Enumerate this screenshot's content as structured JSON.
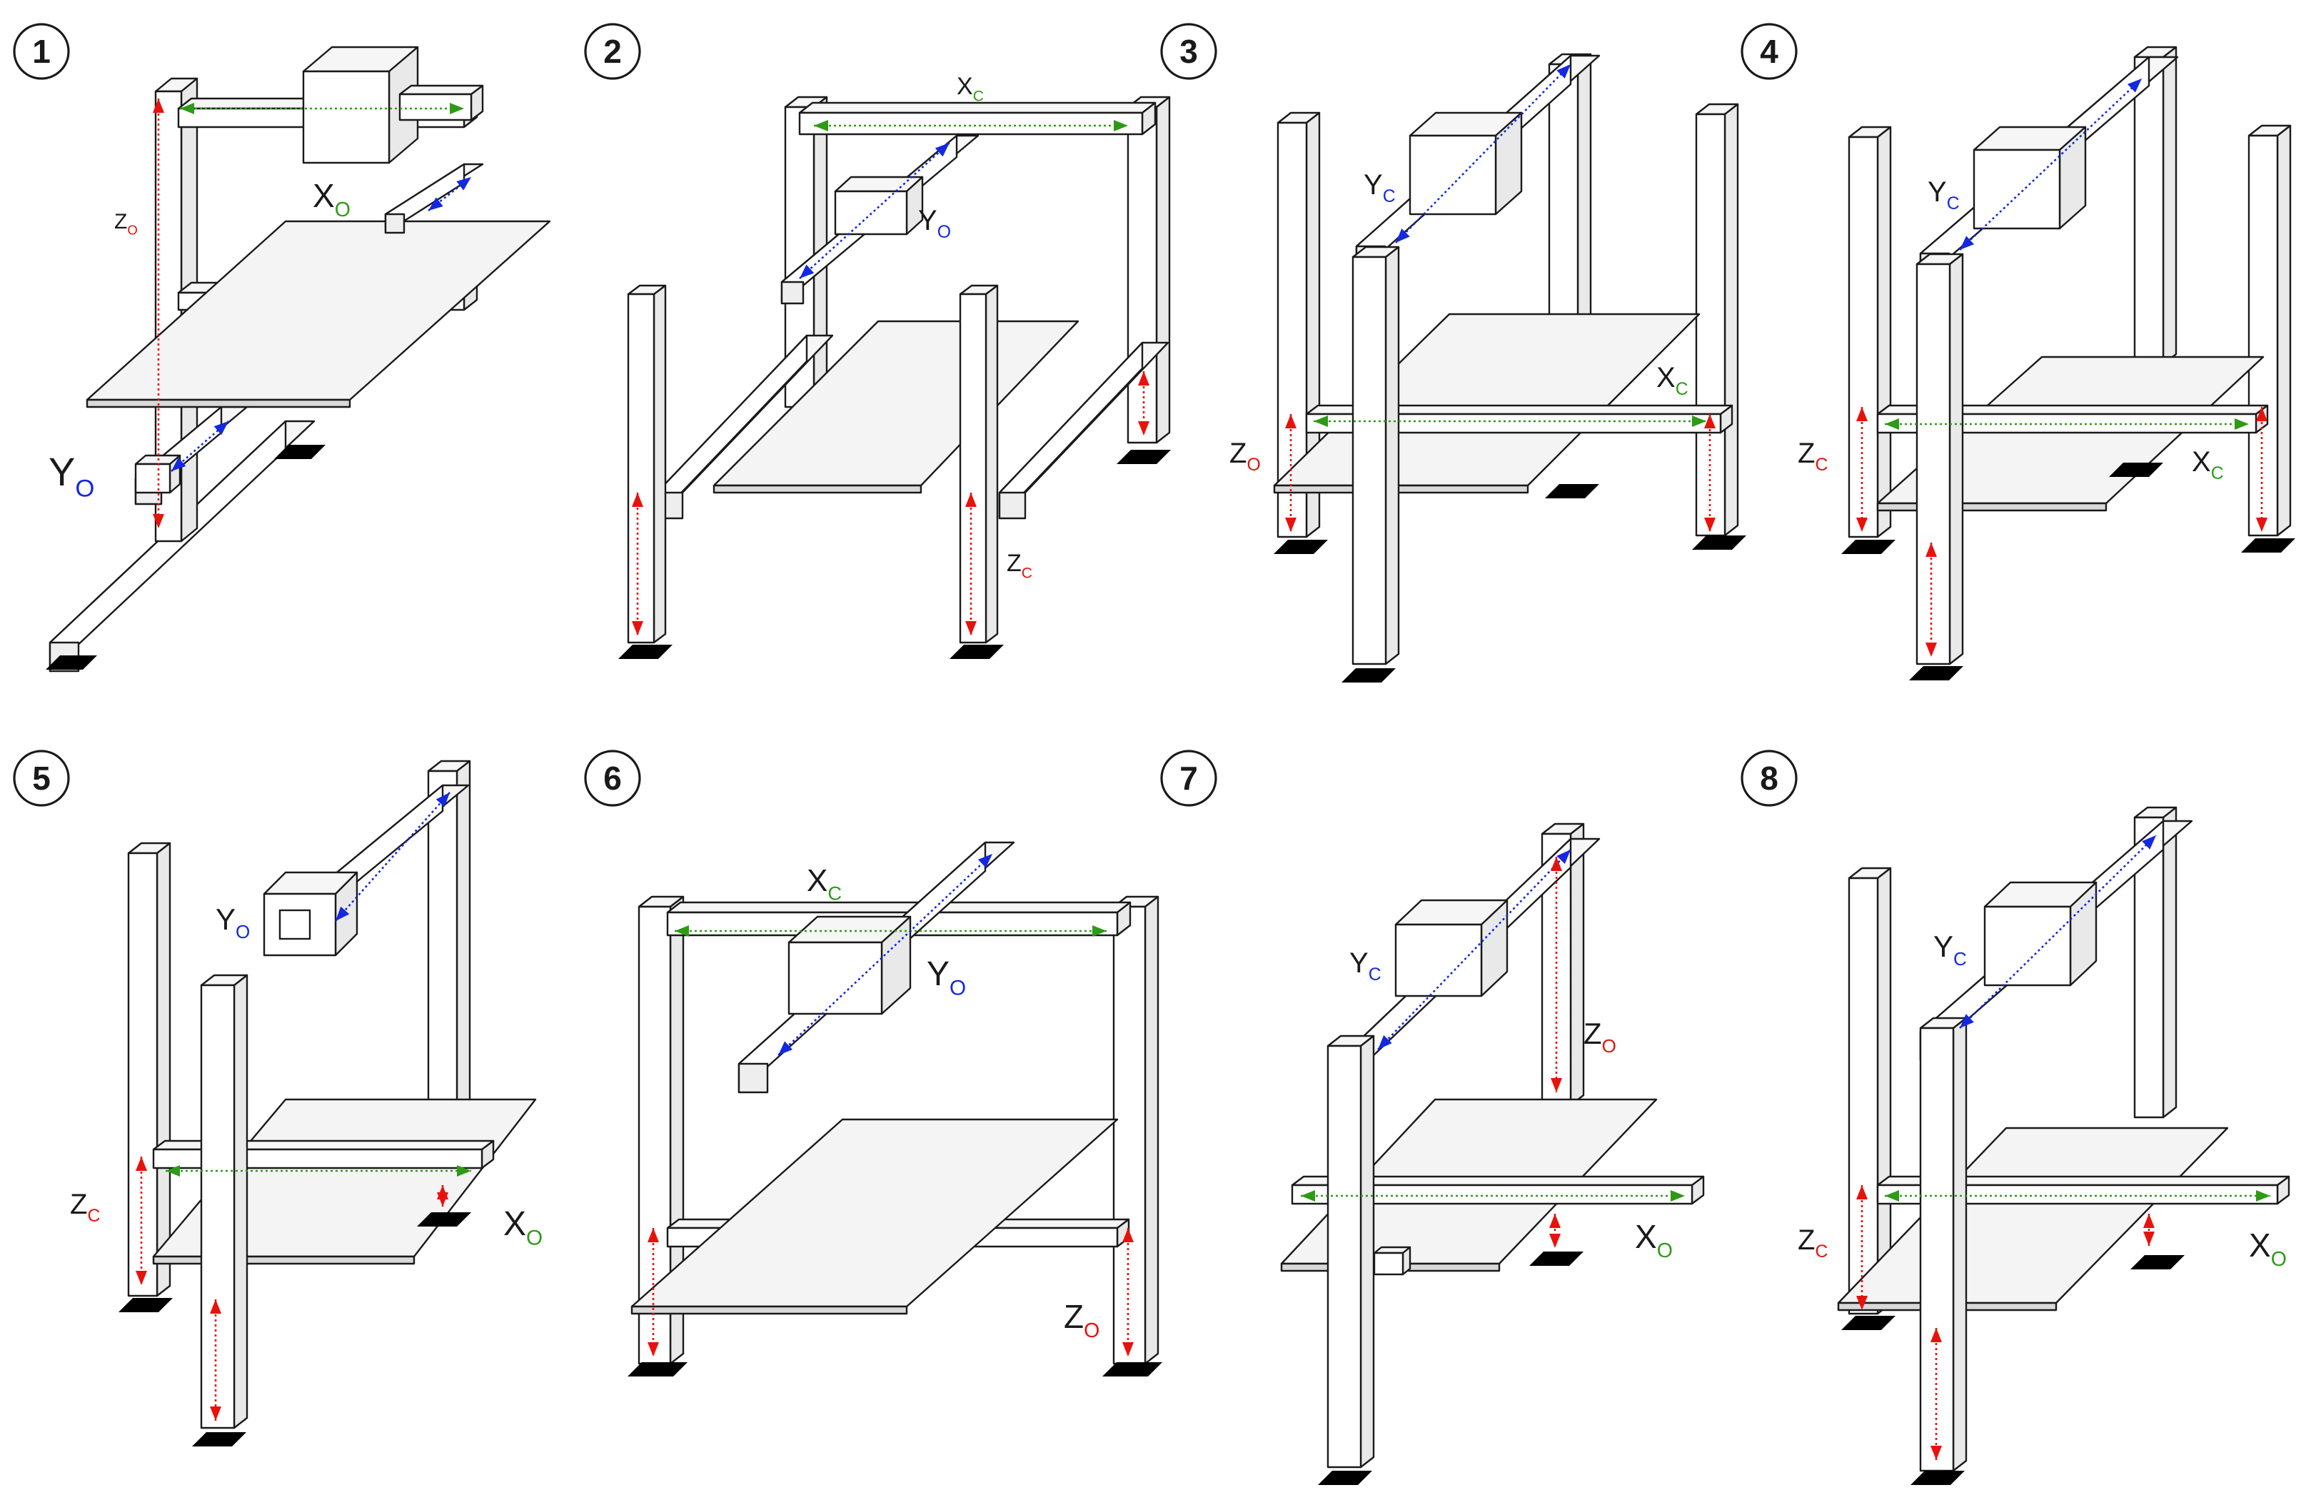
{
  "figure": {
    "colors": {
      "frame_fill": "#ffffff",
      "frame_stroke": "#1a1a1a",
      "plate_fill": "#f4f4f4",
      "foot": "#000000",
      "axis_x": "#2e9a17",
      "axis_y": "#1428e0",
      "axis_z": "#e8120c",
      "text": "#1a1a1a"
    },
    "panels": [
      {
        "number": "1",
        "labels": [
          {
            "main": "X",
            "sub": "O",
            "axis": "x"
          },
          {
            "main": "Z",
            "sub": "O",
            "axis": "z"
          },
          {
            "main": "Y",
            "sub": "O",
            "axis": "y"
          }
        ]
      },
      {
        "number": "2",
        "labels": [
          {
            "main": "X",
            "sub": "C",
            "axis": "x"
          },
          {
            "main": "Y",
            "sub": "O",
            "axis": "y"
          },
          {
            "main": "Z",
            "sub": "C",
            "axis": "z"
          }
        ]
      },
      {
        "number": "3",
        "labels": [
          {
            "main": "Y",
            "sub": "C",
            "axis": "y"
          },
          {
            "main": "X",
            "sub": "C",
            "axis": "x"
          },
          {
            "main": "Z",
            "sub": "O",
            "axis": "z"
          }
        ]
      },
      {
        "number": "4",
        "labels": [
          {
            "main": "Y",
            "sub": "C",
            "axis": "y"
          },
          {
            "main": "Z",
            "sub": "C",
            "axis": "z"
          },
          {
            "main": "X",
            "sub": "C",
            "axis": "x"
          }
        ]
      },
      {
        "number": "5",
        "labels": [
          {
            "main": "Y",
            "sub": "O",
            "axis": "y"
          },
          {
            "main": "Z",
            "sub": "C",
            "axis": "z"
          },
          {
            "main": "X",
            "sub": "O",
            "axis": "x"
          }
        ]
      },
      {
        "number": "6",
        "labels": [
          {
            "main": "X",
            "sub": "C",
            "axis": "x"
          },
          {
            "main": "Y",
            "sub": "O",
            "axis": "y"
          },
          {
            "main": "Z",
            "sub": "O",
            "axis": "z"
          }
        ]
      },
      {
        "number": "7",
        "labels": [
          {
            "main": "Y",
            "sub": "C",
            "axis": "y"
          },
          {
            "main": "Z",
            "sub": "O",
            "axis": "z"
          },
          {
            "main": "X",
            "sub": "O",
            "axis": "x"
          }
        ]
      },
      {
        "number": "8",
        "labels": [
          {
            "main": "Y",
            "sub": "C",
            "axis": "y"
          },
          {
            "main": "Z",
            "sub": "C",
            "axis": "z"
          },
          {
            "main": "X",
            "sub": "O",
            "axis": "x"
          }
        ]
      }
    ]
  }
}
